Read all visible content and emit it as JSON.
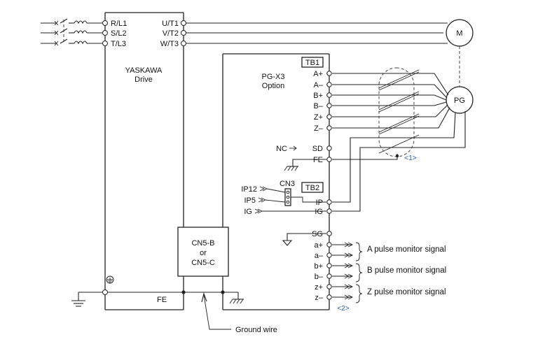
{
  "drive": {
    "name": "YASKAWA",
    "sub": "Drive",
    "inputs": [
      "R/L1",
      "S/L2",
      "T/L3"
    ],
    "outputs": [
      "U/T1",
      "V/T2",
      "W/T3"
    ],
    "fe": "FE",
    "cn5": [
      "CN5-B",
      "or",
      "CN5-C"
    ]
  },
  "motor": {
    "label": "M"
  },
  "encoder": {
    "label": "PG"
  },
  "option": {
    "name": "PG-X3",
    "sub": "Option",
    "tb1": {
      "label": "TB1",
      "terminals": [
        "A+",
        "A–",
        "B+",
        "B–",
        "Z+",
        "Z–",
        "SD",
        "FE"
      ]
    },
    "nc": "NC",
    "cn3": "CN3",
    "supply": [
      "IP12",
      "IP5",
      "IG"
    ],
    "tb2": {
      "label": "TB2",
      "terminals": [
        "IP",
        "IG",
        "SG",
        "a+",
        "a–",
        "b+",
        "b–",
        "z+",
        "z–"
      ]
    }
  },
  "signals": [
    "A pulse monitor signal",
    "B pulse monitor signal",
    "Z pulse monitor signal"
  ],
  "notes": {
    "n1": "<1>",
    "n2": "<2>"
  },
  "ground_wire": "Ground wire",
  "colors": {
    "line": "#222222",
    "note": "#2a5db0"
  }
}
